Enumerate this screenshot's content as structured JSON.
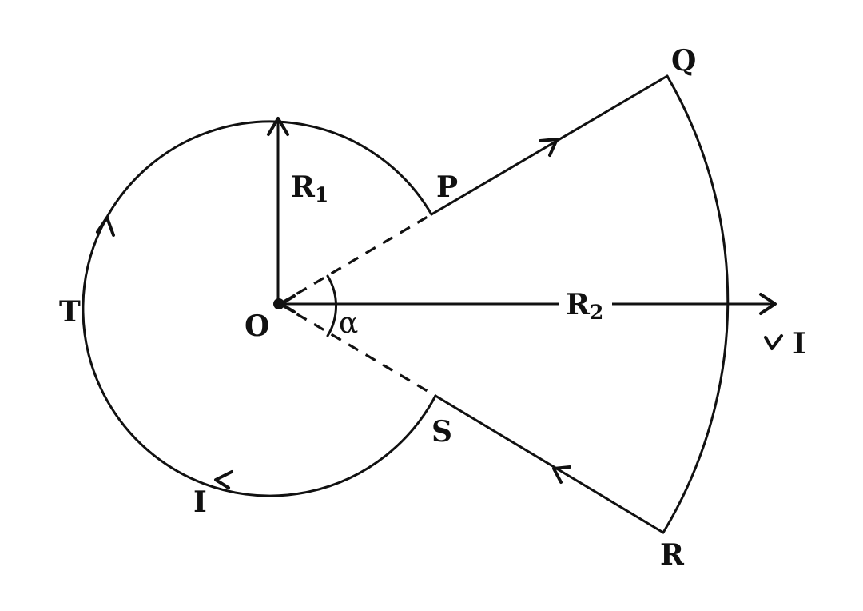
{
  "diagram": {
    "labels": {
      "O": "O",
      "P": "P",
      "Q": "Q",
      "R": "R",
      "S": "S",
      "T": "T",
      "alpha": "α",
      "R1_main": "R",
      "R1_sub": "1",
      "R2_main": "R",
      "R2_sub": "2",
      "I_left": "I",
      "I_right": "I"
    },
    "current_direction": "counterclockwise",
    "colors": {
      "ink": "#111111",
      "background": "#ffffff"
    }
  }
}
